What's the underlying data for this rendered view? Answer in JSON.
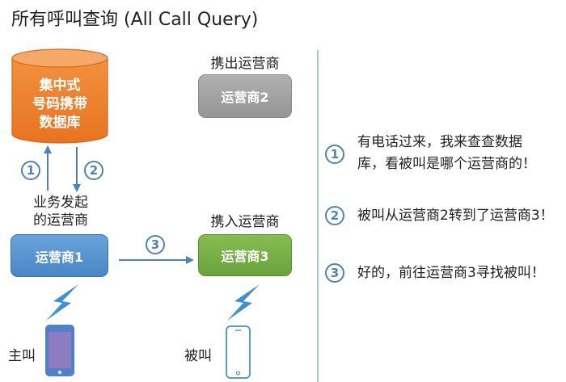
{
  "title": "所有呼叫查询 (All Call Query)",
  "database": {
    "lines": [
      "集中式",
      "号码携带",
      "数据库"
    ]
  },
  "labels": {
    "originating_line1": "业务发起",
    "originating_line2": "的运营商",
    "donor": "携出运营商",
    "recipient": "携入运营商",
    "caller": "主叫",
    "callee": "被叫"
  },
  "boxes": {
    "carrier1": "运营商1",
    "carrier2": "运营商2",
    "carrier3": "运营商3"
  },
  "step_markers": {
    "one": "1",
    "two": "2",
    "three": "3"
  },
  "notes": [
    {
      "number": "1",
      "lines": [
        "有电话过来，我来查查数据",
        "库，看被叫是哪个运营商的！"
      ]
    },
    {
      "number": "2",
      "lines": [
        "被叫从运营商2转到了运营商3！"
      ]
    },
    {
      "number": "3",
      "lines": [
        "好的，前往运营商3寻找被叫！"
      ]
    }
  ],
  "colors": {
    "database": "#ed7d31",
    "carrier1": "#5b9bd5",
    "carrier2": "#a5a5a5",
    "carrier3": "#70ad47",
    "accent": "#4f81bd"
  },
  "icons": [
    "database-cylinder-icon",
    "lightning-icon",
    "smartphone-icon"
  ]
}
